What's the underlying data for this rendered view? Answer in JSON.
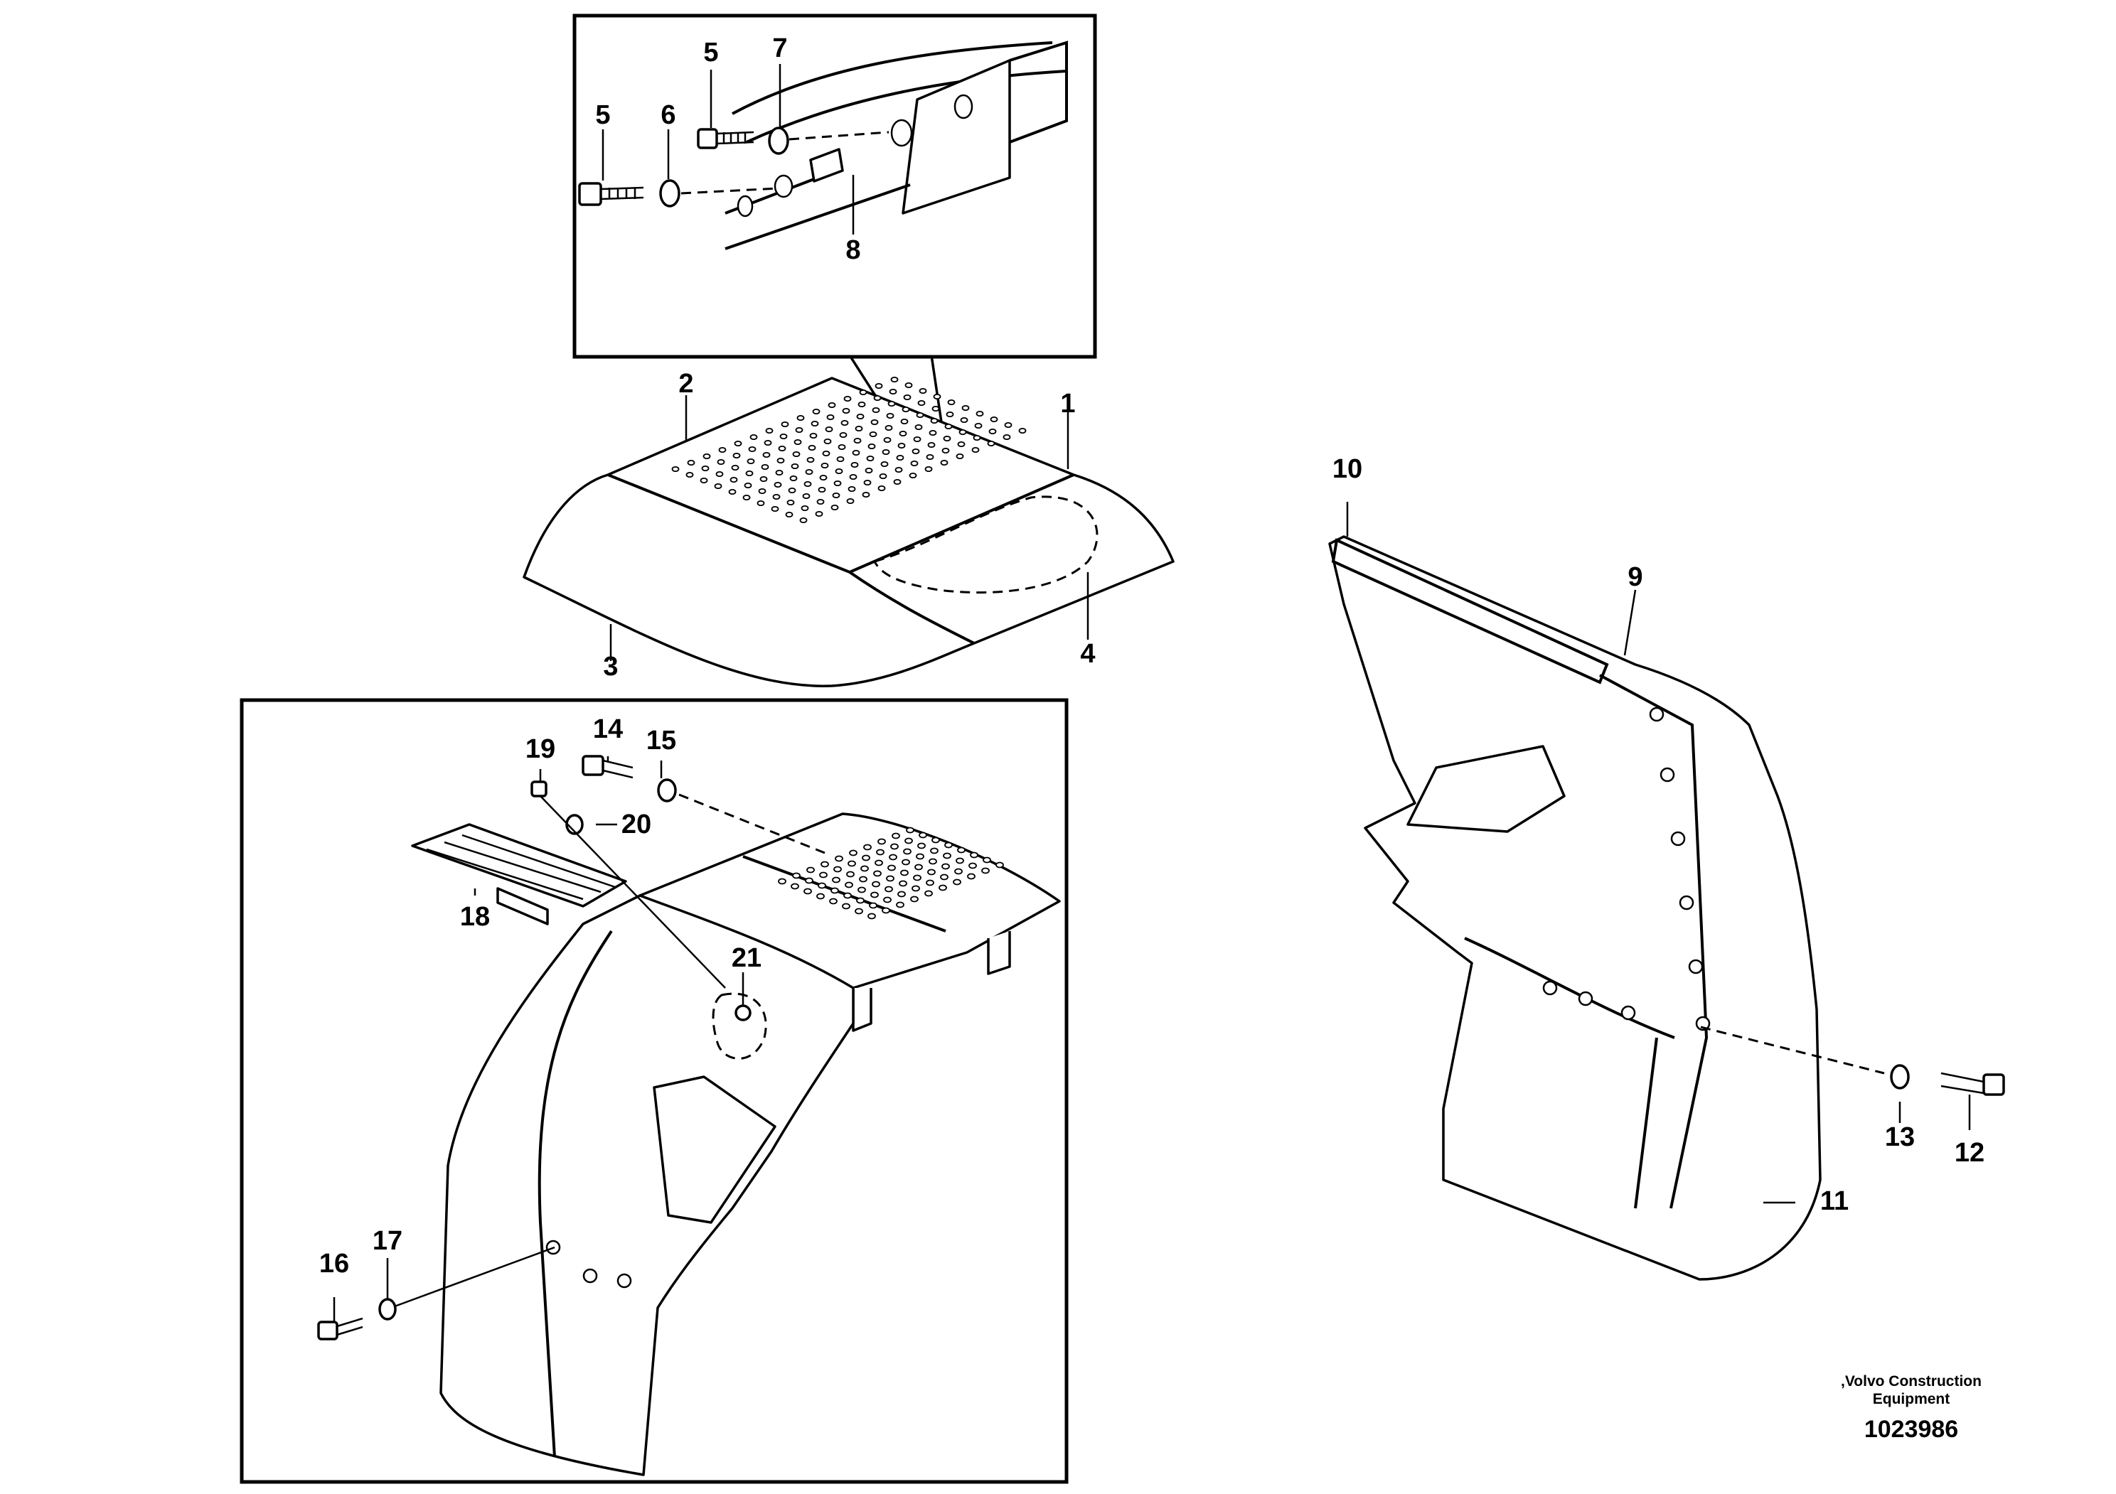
{
  "callouts": {
    "c1": "1",
    "c2": "2",
    "c3": "3",
    "c4": "4",
    "c5a": "5",
    "c5b": "5",
    "c6": "6",
    "c7": "7",
    "c8": "8",
    "c9": "9",
    "c10": "10",
    "c11": "11",
    "c12": "12",
    "c13": "13",
    "c14": "14",
    "c15": "15",
    "c16": "16",
    "c17": "17",
    "c18": "18",
    "c19": "19",
    "c20": "20",
    "c21": "21"
  },
  "footer": {
    "brand_line1": ",Volvo Construction",
    "brand_line2": "Equipment",
    "drawing_number": "1023986"
  }
}
